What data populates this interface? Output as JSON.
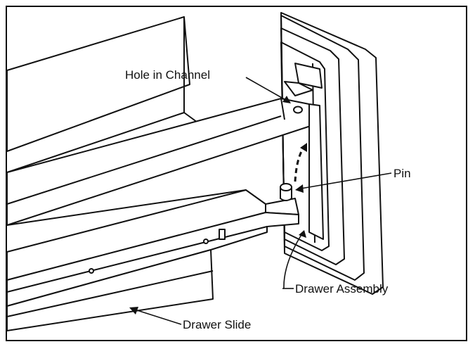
{
  "callouts": {
    "hole_in_channel": "Hole in Channel",
    "pin": "Pin",
    "drawer_assembly": "Drawer Assembly",
    "drawer_slide": "Drawer Slide"
  },
  "colors": {
    "ink": "#111111",
    "paper": "#ffffff"
  }
}
